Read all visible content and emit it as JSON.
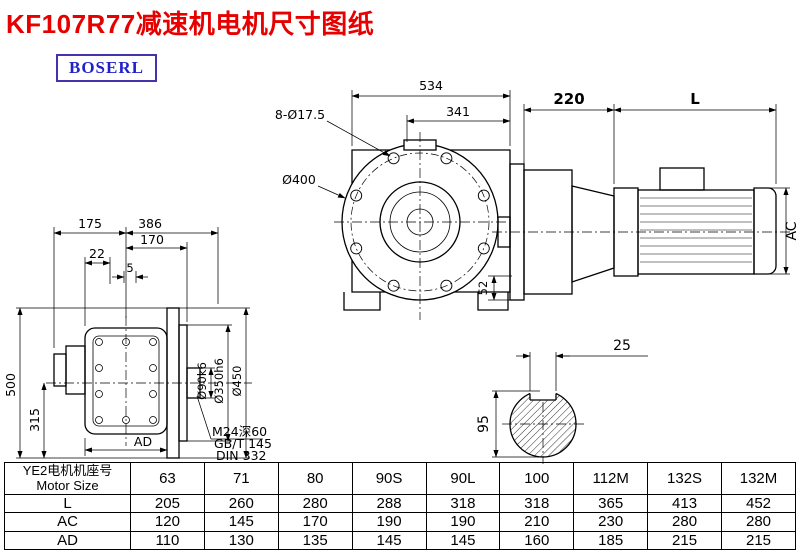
{
  "page": {
    "title": "KF107R77减速机电机尺寸图纸",
    "brand": "BOSERL"
  },
  "colors": {
    "title_red": "#e60000",
    "brand_blue": "#2222cc",
    "brand_border": "#4433aa"
  },
  "front_view": {
    "dim_width_total": "534",
    "dim_width_partial": "341",
    "dim_bolt_holes": "8-Ø17.5",
    "dim_flange_dia": "Ø400"
  },
  "side_view": {
    "dim_gearbox_len": "220",
    "dim_motor_len": "L",
    "dim_motor_height": "AC",
    "dim_foot": "52"
  },
  "left_view": {
    "dim_175": "175",
    "dim_386": "386",
    "dim_170": "170",
    "dim_22": "22",
    "dim_5": "5",
    "dim_500": "500",
    "dim_315": "315",
    "dim_shaft_dia": "Ø90k6",
    "dim_spigot_dia": "Ø350h6",
    "dim_flange_dia": "Ø450",
    "dim_AD": "AD",
    "note_tap": "M24深60",
    "note_std1": "GB/T 145",
    "note_std2": "DIN 332"
  },
  "shaft_section": {
    "dim_key_width": "25",
    "dim_shaft_dia": "95"
  },
  "table": {
    "header_line1": "YE2电机机座号",
    "header_line2": "Motor Size",
    "columns": [
      "63",
      "71",
      "80",
      "90S",
      "90L",
      "100",
      "112M",
      "132S",
      "132M"
    ],
    "rows": [
      {
        "label": "L",
        "values": [
          "205",
          "260",
          "280",
          "288",
          "318",
          "318",
          "365",
          "413",
          "452"
        ]
      },
      {
        "label": "AC",
        "values": [
          "120",
          "145",
          "170",
          "190",
          "190",
          "210",
          "230",
          "280",
          "280"
        ]
      },
      {
        "label": "AD",
        "values": [
          "110",
          "130",
          "135",
          "145",
          "145",
          "160",
          "185",
          "215",
          "215"
        ]
      }
    ]
  }
}
